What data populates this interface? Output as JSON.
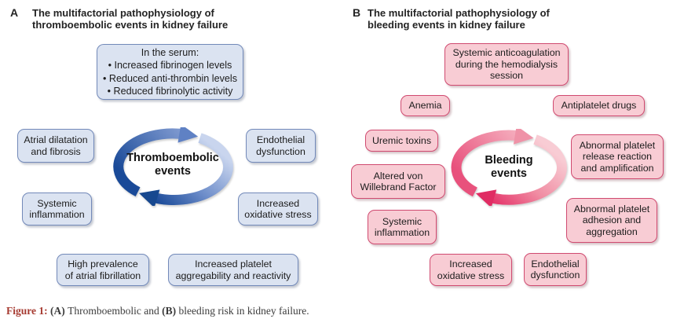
{
  "figure": {
    "colors": {
      "blue_fill": "#dbe3f1",
      "blue_border": "#7289b9",
      "blue_arrow_dark": "#1a4a98",
      "blue_arrow_mid": "#5f81c4",
      "blue_arrow_light": "#c9d5ee",
      "pink_fill": "#f8ccd4",
      "pink_border": "#d04a70",
      "pink_arrow_dark": "#e5356b",
      "pink_arrow_mid": "#ef92a7",
      "pink_arrow_light": "#f7c9d2",
      "caption_label_color": "#a63a30"
    },
    "panel_a": {
      "letter": "A",
      "title": "The multifactorial pathophysiology of\nthromboembolic events in kidney failure",
      "center_label": "Thromboembolic\nevents",
      "serum_box": "In the serum:\n• Increased fibrinogen levels\n• Reduced anti-thrombin levels\n• Reduced fibrinolytic activity",
      "factors": [
        {
          "text": "Atrial dilatation\nand fibrosis"
        },
        {
          "text": "Endothelial\ndysfunction"
        },
        {
          "text": "Systemic\ninflammation"
        },
        {
          "text": "Increased\noxidative stress"
        },
        {
          "text": "High prevalence\nof atrial fibrillation"
        },
        {
          "text": "Increased platelet\naggregability and reactivity"
        }
      ]
    },
    "panel_b": {
      "letter": "B",
      "title": "The multifactorial pathophysiology of\nbleeding events in kidney failure",
      "center_label": "Bleeding\nevents",
      "factors": [
        {
          "text": "Systemic anticoagulation\nduring the hemodialysis\nsession"
        },
        {
          "text": "Anemia"
        },
        {
          "text": "Antiplatelet drugs"
        },
        {
          "text": "Uremic toxins"
        },
        {
          "text": "Abnormal platelet\nrelease reaction\nand amplification"
        },
        {
          "text": "Altered von\nWillebrand Factor"
        },
        {
          "text": "Systemic\ninflammation"
        },
        {
          "text": "Abnormal platelet\nadhesion and\naggregation"
        },
        {
          "text": "Increased\noxidative stress"
        },
        {
          "text": "Endothelial\ndysfunction"
        }
      ]
    },
    "caption": {
      "label": "Figure 1:",
      "a_marker": "(A)",
      "a_text": "Thromboembolic and",
      "b_marker": "(B)",
      "b_text": "bleeding risk in kidney failure."
    }
  }
}
